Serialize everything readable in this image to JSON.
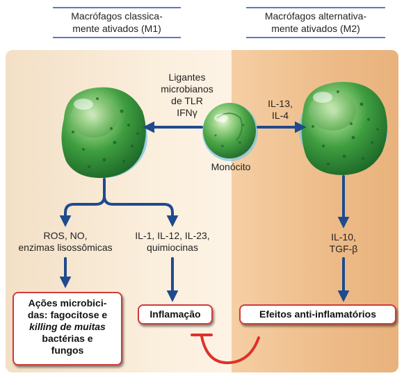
{
  "titles": {
    "m1": [
      "Macrófagos classica-",
      "mente ativados (M1)"
    ],
    "m2": [
      "Macrófagos alternativa-",
      "mente ativados (M2)"
    ]
  },
  "labels": {
    "ligands": [
      "Ligantes",
      "microbianos",
      "de TLR",
      "IFNγ"
    ],
    "il13": [
      "IL-13,",
      "IL-4"
    ],
    "monocyte": "Monócito",
    "ros": [
      "ROS, NO,",
      "enzimas lisossômicas"
    ],
    "il1": [
      "IL-1, IL-12, IL-23,",
      "quimiocinas"
    ],
    "il10": [
      "IL-10,",
      "TGF-β"
    ]
  },
  "boxes": {
    "microbicidal": [
      "Ações microbici-",
      "das: fagocitose e",
      "killing de muitas",
      "bactérias e",
      "fungos"
    ],
    "inflammation": "Inflamação",
    "antiinflammatory": "Efeitos anti-inflamatórios"
  },
  "colors": {
    "arrow": "#1f4a8e",
    "inhibit": "#e0302a",
    "cell": "#4aa84a",
    "box_border": "#d23a3a"
  }
}
